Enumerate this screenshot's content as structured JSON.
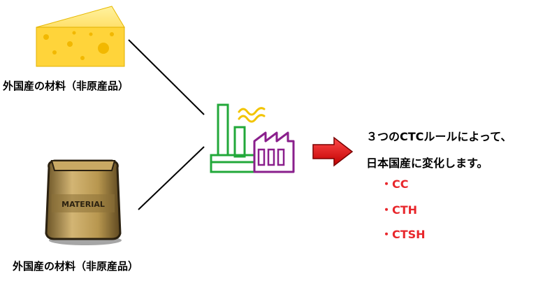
{
  "inputs": [
    {
      "icon": "cheese-icon",
      "label": "外国産の材料（非原産品）"
    },
    {
      "icon": "material-bag-icon",
      "label": "外国産の材料（非原産品）",
      "bag_text": "MATERIAL"
    }
  ],
  "process": {
    "icon": "factory-icon",
    "arrow": "arrow-right-icon"
  },
  "result": {
    "line1": "３つのCTCルールによって、",
    "line2": "日本国産に変化します。",
    "rules": [
      "・CC",
      "・CTH",
      "・CTSH"
    ],
    "rules_color": "#e8262b"
  },
  "colors": {
    "cheese": "#ffd84a",
    "factory_green": "#22a83a",
    "factory_purple": "#8a1f8c",
    "smoke_yellow": "#f2c400",
    "arrow_red": "#e81c1c",
    "bag": "#b89a55"
  }
}
